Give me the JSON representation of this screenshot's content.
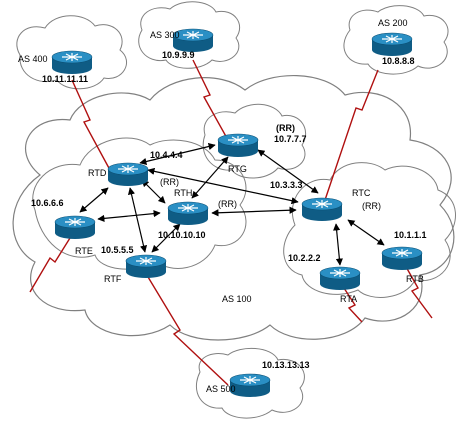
{
  "clouds": {
    "as100": "AS 100",
    "as200": "AS 200",
    "as300": "AS 300",
    "as400": "AS 400",
    "as500": "AS 500"
  },
  "routers": {
    "rtd": "RTD",
    "rte": "RTE",
    "rtf": "RTF",
    "rtg": "RTG",
    "rth": "RTH",
    "rtc": "RTC",
    "rta": "RTA",
    "rtb": "RTB"
  },
  "ips": {
    "as400": "10.11.11.11",
    "as300": "10.9.9.9",
    "as200": "10.8.8.8",
    "rtd": "10.4.4.4",
    "rtg": "10.7.7.7",
    "rte": "10.6.6.6",
    "rtc": "10.3.3.3",
    "rth": "10.10.10.10",
    "rtf": "10.5.5.5",
    "rta": "10.2.2.2",
    "rtb": "10.1.1.1",
    "as500": "10.13.13.13"
  },
  "rr_labels": {
    "rtg": "(RR)",
    "rth": "(RR)",
    "rtc": "(RR)",
    "rth_link": "(RR)"
  },
  "colors": {
    "router_body": "#1e7fb0",
    "router_dark": "#0f5c85",
    "ebgp_link": "#b01010",
    "cloud_stroke": "#808080"
  }
}
